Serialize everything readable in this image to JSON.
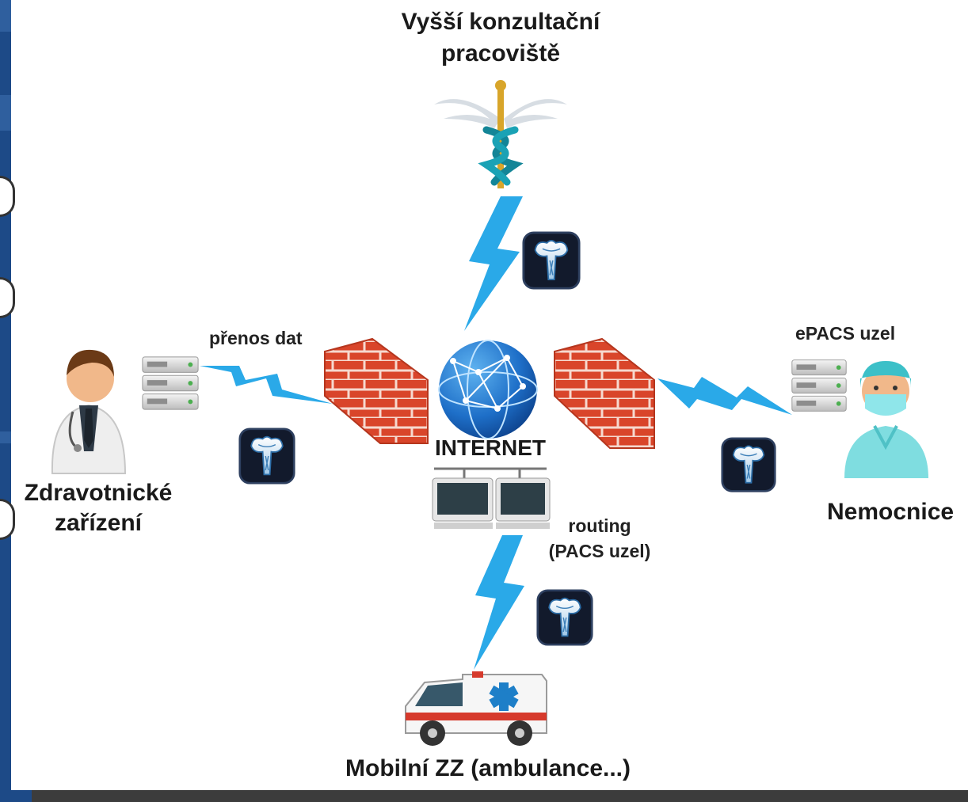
{
  "colors": {
    "lightning": "#2aa9e8",
    "firewall": "#d9452a",
    "globe": "#1e6fc8",
    "xray_tile": "#121a2c",
    "strip": "#2f5f9e",
    "footer": "#3c3c3c"
  },
  "nodes": {
    "consult_site": {
      "label_line1": "Vyšší konzultační",
      "label_line2": "pracoviště",
      "icon": "caduceus-icon"
    },
    "facility": {
      "label_line1": "Zdravotnické",
      "label_line2": "zařízení",
      "icon": "doctor-icon"
    },
    "hospital": {
      "label": "Nemocnice",
      "icon": "surgeon-icon"
    },
    "ambulance": {
      "label": "Mobilní ZZ (ambulance...)",
      "icon": "ambulance-icon"
    },
    "internet": {
      "label": "INTERNET",
      "icon": "globe-icon"
    }
  },
  "annotations": {
    "data_transfer": "přenos dat",
    "epacs_node": "ePACS uzel",
    "routing_line1": "routing",
    "routing_line2": "(PACS uzel)"
  }
}
